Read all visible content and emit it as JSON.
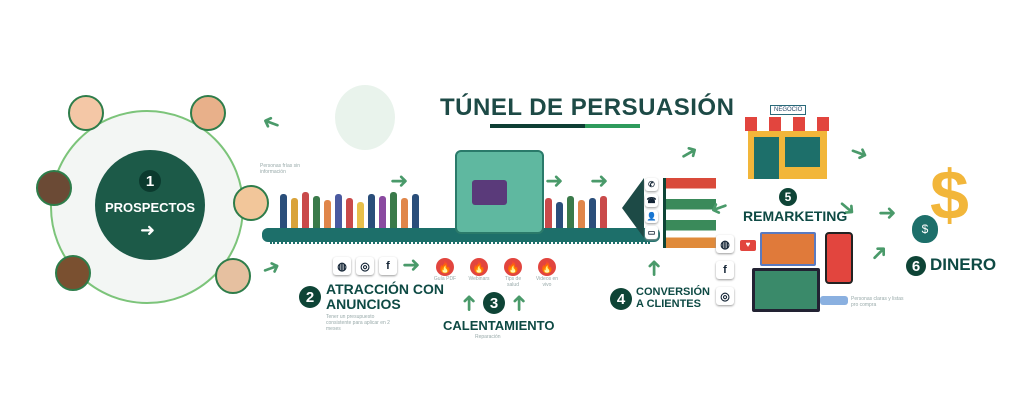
{
  "title": "TÚNEL DE PERSUASIÓN",
  "colors": {
    "dark_green": "#0e4436",
    "teal": "#1d6f6a",
    "accent_green": "#2e9b5c",
    "red": "#e2453e"
  },
  "steps": [
    {
      "number": "1",
      "label": "PROSPECTOS"
    },
    {
      "number": "2",
      "label_line1": "ATRACCIÓN CON",
      "label_line2": "ANUNCIOS",
      "note": "Tener un presupuesto consistente para aplicar en 2 meses"
    },
    {
      "number": "3",
      "label": "CALENTAMIENTO",
      "note": "Reparación"
    },
    {
      "number": "4",
      "label_line1": "CONVERSIÓN",
      "label_line2": "A CLIENTES"
    },
    {
      "number": "5",
      "label": "REMARKETING",
      "note": "Personas claras y listas pro compra"
    },
    {
      "number": "6",
      "label": "DINERO"
    }
  ],
  "cold_people_note": "Personas frías sin información",
  "store_sign": "NEGOCIO",
  "social_icons": [
    "globe-icon",
    "instagram-icon",
    "facebook-icon"
  ],
  "warmup_items": [
    "Guía PDF",
    "Webinars",
    "Tips de salud",
    "Videos en vivo"
  ],
  "contact_icons": [
    "whatsapp-icon",
    "phone-icon",
    "user-icon",
    "screen-icon"
  ]
}
